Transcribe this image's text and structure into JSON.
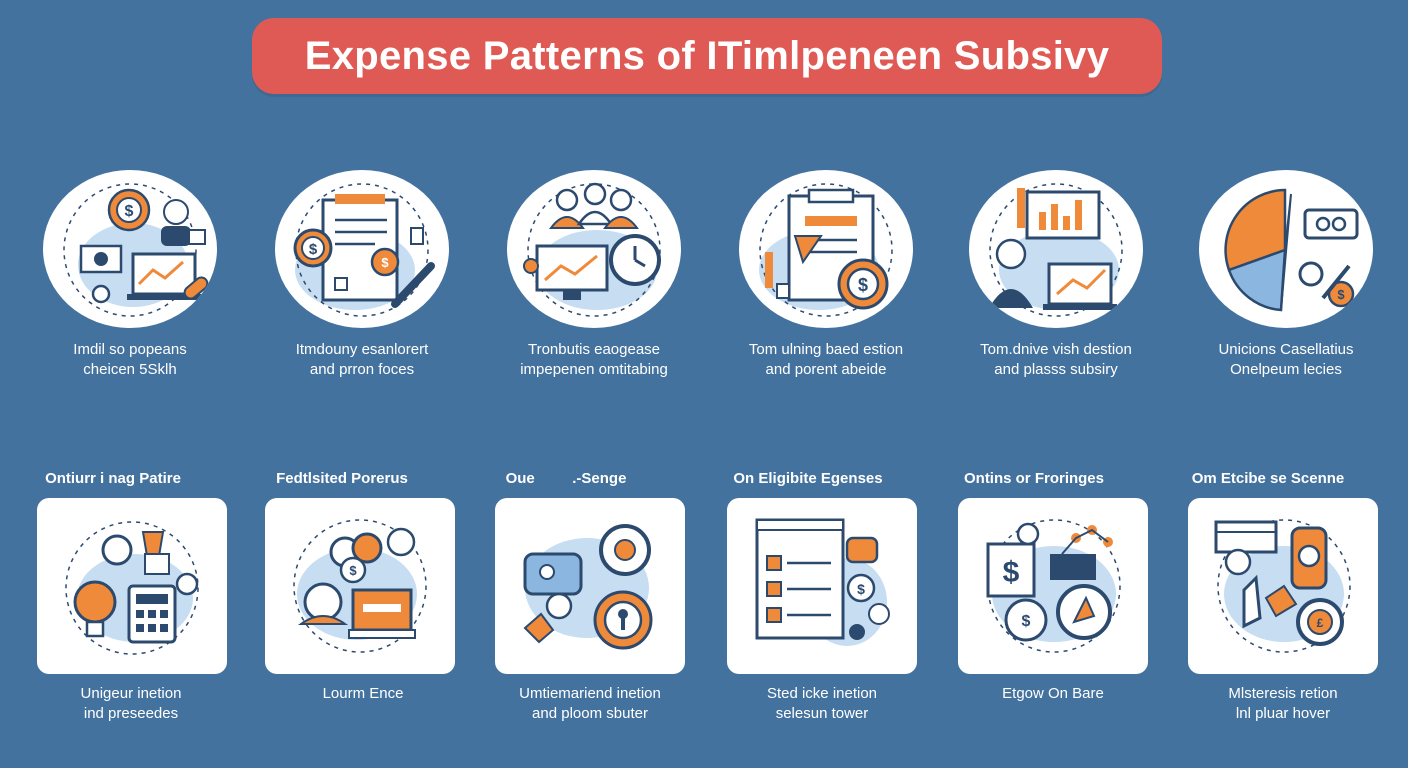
{
  "title": "Expense Patterns of ITimlpeneen Subsivy",
  "colors": {
    "background": "#44729e",
    "banner": "#df5a55",
    "orange": "#ef8a3a",
    "navy": "#2c4a6e",
    "light_blue": "#c6ddf2"
  },
  "top_items": [
    {
      "icon": "gear-dollar-laptop-icon",
      "line1": "Imdil so popeans",
      "line2": "cheicen 5Sklh"
    },
    {
      "icon": "document-dollar-icon",
      "line1": "Itmdouny esanlorert",
      "line2": "and prron foces"
    },
    {
      "icon": "team-chart-gear-icon",
      "line1": "Tronbutis eaogease",
      "line2": "impepenen omtitabing"
    },
    {
      "icon": "clipboard-dollar-gear-icon",
      "line1": "Tom ulning baed estion",
      "line2": "and porent abeide"
    },
    {
      "icon": "person-chart-icon",
      "line1": "Tom.dnive vish destion",
      "line2": "and plasss subsiry"
    },
    {
      "icon": "pie-chart-icon",
      "line1": "Unicions Casellatius",
      "line2": "Onelpeum lecies"
    }
  ],
  "bottom_items": [
    {
      "heading": "Ontiurr i nag Patire",
      "icon": "lightbulb-calculator-icon",
      "line1": "Unigeur inetion",
      "line2": "ind preseedes"
    },
    {
      "heading": "Fedtlsited Porerus",
      "icon": "dollar-box-icon",
      "line1": "Lourm Ence",
      "line2": ""
    },
    {
      "heading": "Oue         .-Senge",
      "icon": "gear-location-icon",
      "line1": "Umtiemariend inetion",
      "line2": "and ploom sbuter"
    },
    {
      "heading": "On Eligibite Egenses",
      "icon": "checklist-icon",
      "line1": "Sted icke inetion",
      "line2": "selesun tower"
    },
    {
      "heading": "Ontins or Froringes",
      "icon": "dollar-network-gear-icon",
      "line1": "Etgow On Bare",
      "line2": ""
    },
    {
      "heading": "Om Etcibe se Scenne",
      "icon": "hand-gear-icon",
      "line1": "Mlsteresis retion",
      "line2": "lnl pluar hover"
    }
  ]
}
